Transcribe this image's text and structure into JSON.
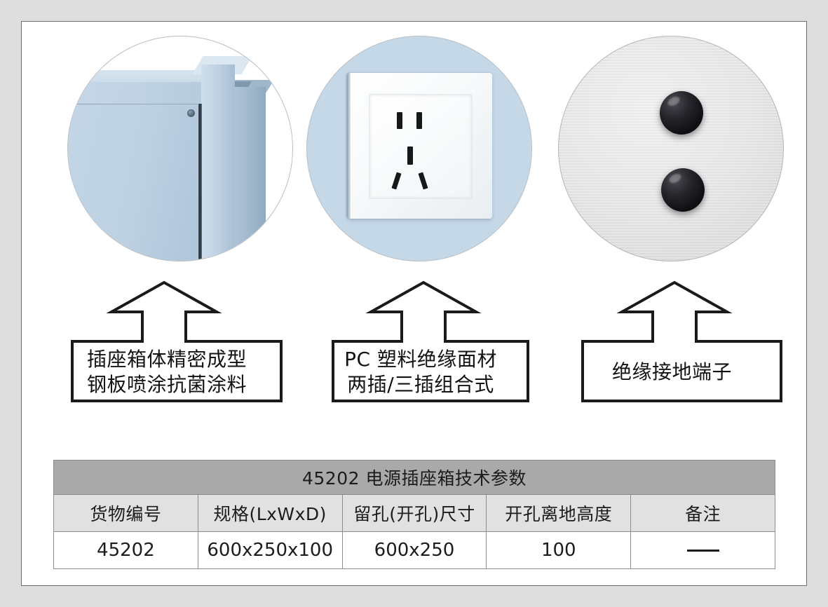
{
  "document": {
    "type": "product-spec-sheet",
    "language": "zh-CN"
  },
  "photos": [
    {
      "id": "photo-cabinet",
      "alt": "socket enclosure steel cabinet corner",
      "icon": "cabinet-photo",
      "colors": {
        "body": "#c3d6e8",
        "edge": "#a8bed2",
        "gap": "#1f2a33"
      }
    },
    {
      "id": "photo-socket",
      "alt": "white PC plastic power socket face, 2-pin and 3-pin combination",
      "icon": "socket-photo",
      "colors": {
        "background": "#c5d8e8",
        "plate": "#ffffff",
        "slot": "#17181a"
      }
    },
    {
      "id": "photo-terminal",
      "alt": "brushed aluminium plate with two black insulated earthing terminals",
      "icon": "terminal-photo",
      "colors": {
        "plate": "#dfe0e1",
        "dome": "#101014"
      }
    }
  ],
  "callouts": [
    {
      "id": "callout-1",
      "lines": [
        "插座箱体精密成型",
        "钢板喷涂抗菌涂料"
      ],
      "line1": "插座箱体精密成型",
      "line2": "钢板喷涂抗菌涂料"
    },
    {
      "id": "callout-2",
      "lines": [
        "PC 塑料绝缘面材",
        "两插/三插组合式"
      ],
      "line1": "PC 塑料绝缘面材",
      "line2": "两插/三插组合式"
    },
    {
      "id": "callout-3",
      "lines": [
        "绝缘接地端子"
      ],
      "line1": "绝缘接地端子",
      "line2": ""
    }
  ],
  "table": {
    "title": "45202 电源插座箱技术参数",
    "headers": [
      "货物编号",
      "规格(LxWxD)",
      "留孔(开孔)尺寸",
      "开孔离地高度",
      "备注"
    ],
    "rows": [
      {
        "item_no": "45202",
        "spec": "600x250x100",
        "opening_size": "600x250",
        "opening_height": "100",
        "remark": "——"
      }
    ],
    "colors": {
      "title_bg": "#a9a9a9",
      "header_bg": "#e1e1e1",
      "row_bg": "#ffffff",
      "border": "#8d8d8d"
    }
  },
  "frame": {
    "mat_color": "#dedede",
    "inner_border": "#6e6e6e"
  }
}
